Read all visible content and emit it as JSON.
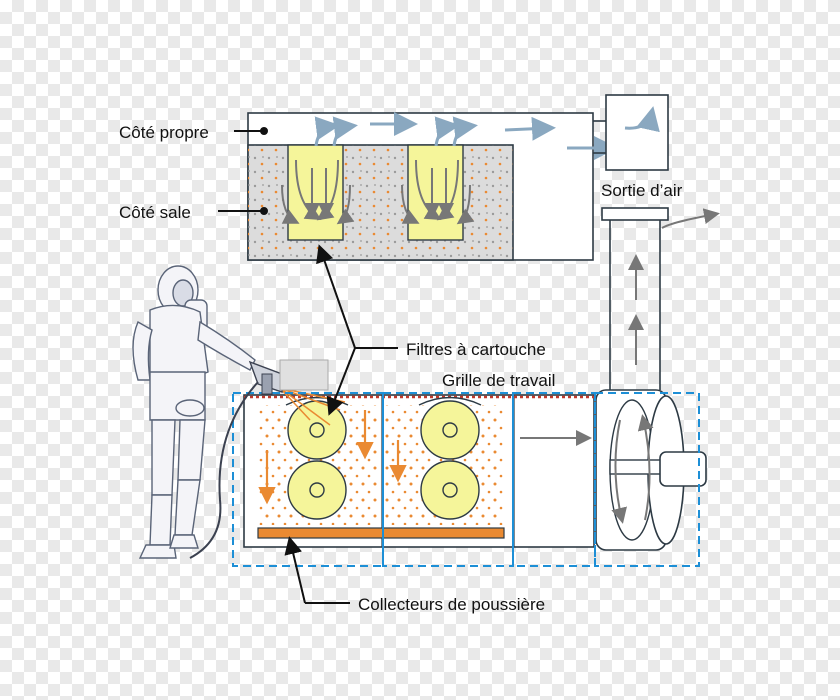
{
  "labels": {
    "clean_side": "Côté propre",
    "dirty_side": "Côté sale",
    "air_outlet": "Sortie d’air",
    "cartridge_filters": "Filtres à cartouche",
    "work_grid": "Grille de travail",
    "dust_collectors": "Collecteurs de poussière"
  },
  "colors": {
    "outline": "#2d3a44",
    "filter_fill": "#f5f59a",
    "dirty_fill": "#dcdcdc",
    "dust": "#ea8a32",
    "air_arrow": "#8aa8c0",
    "dashed_box": "#1d8fd6",
    "grid_red": "#c0392b"
  }
}
